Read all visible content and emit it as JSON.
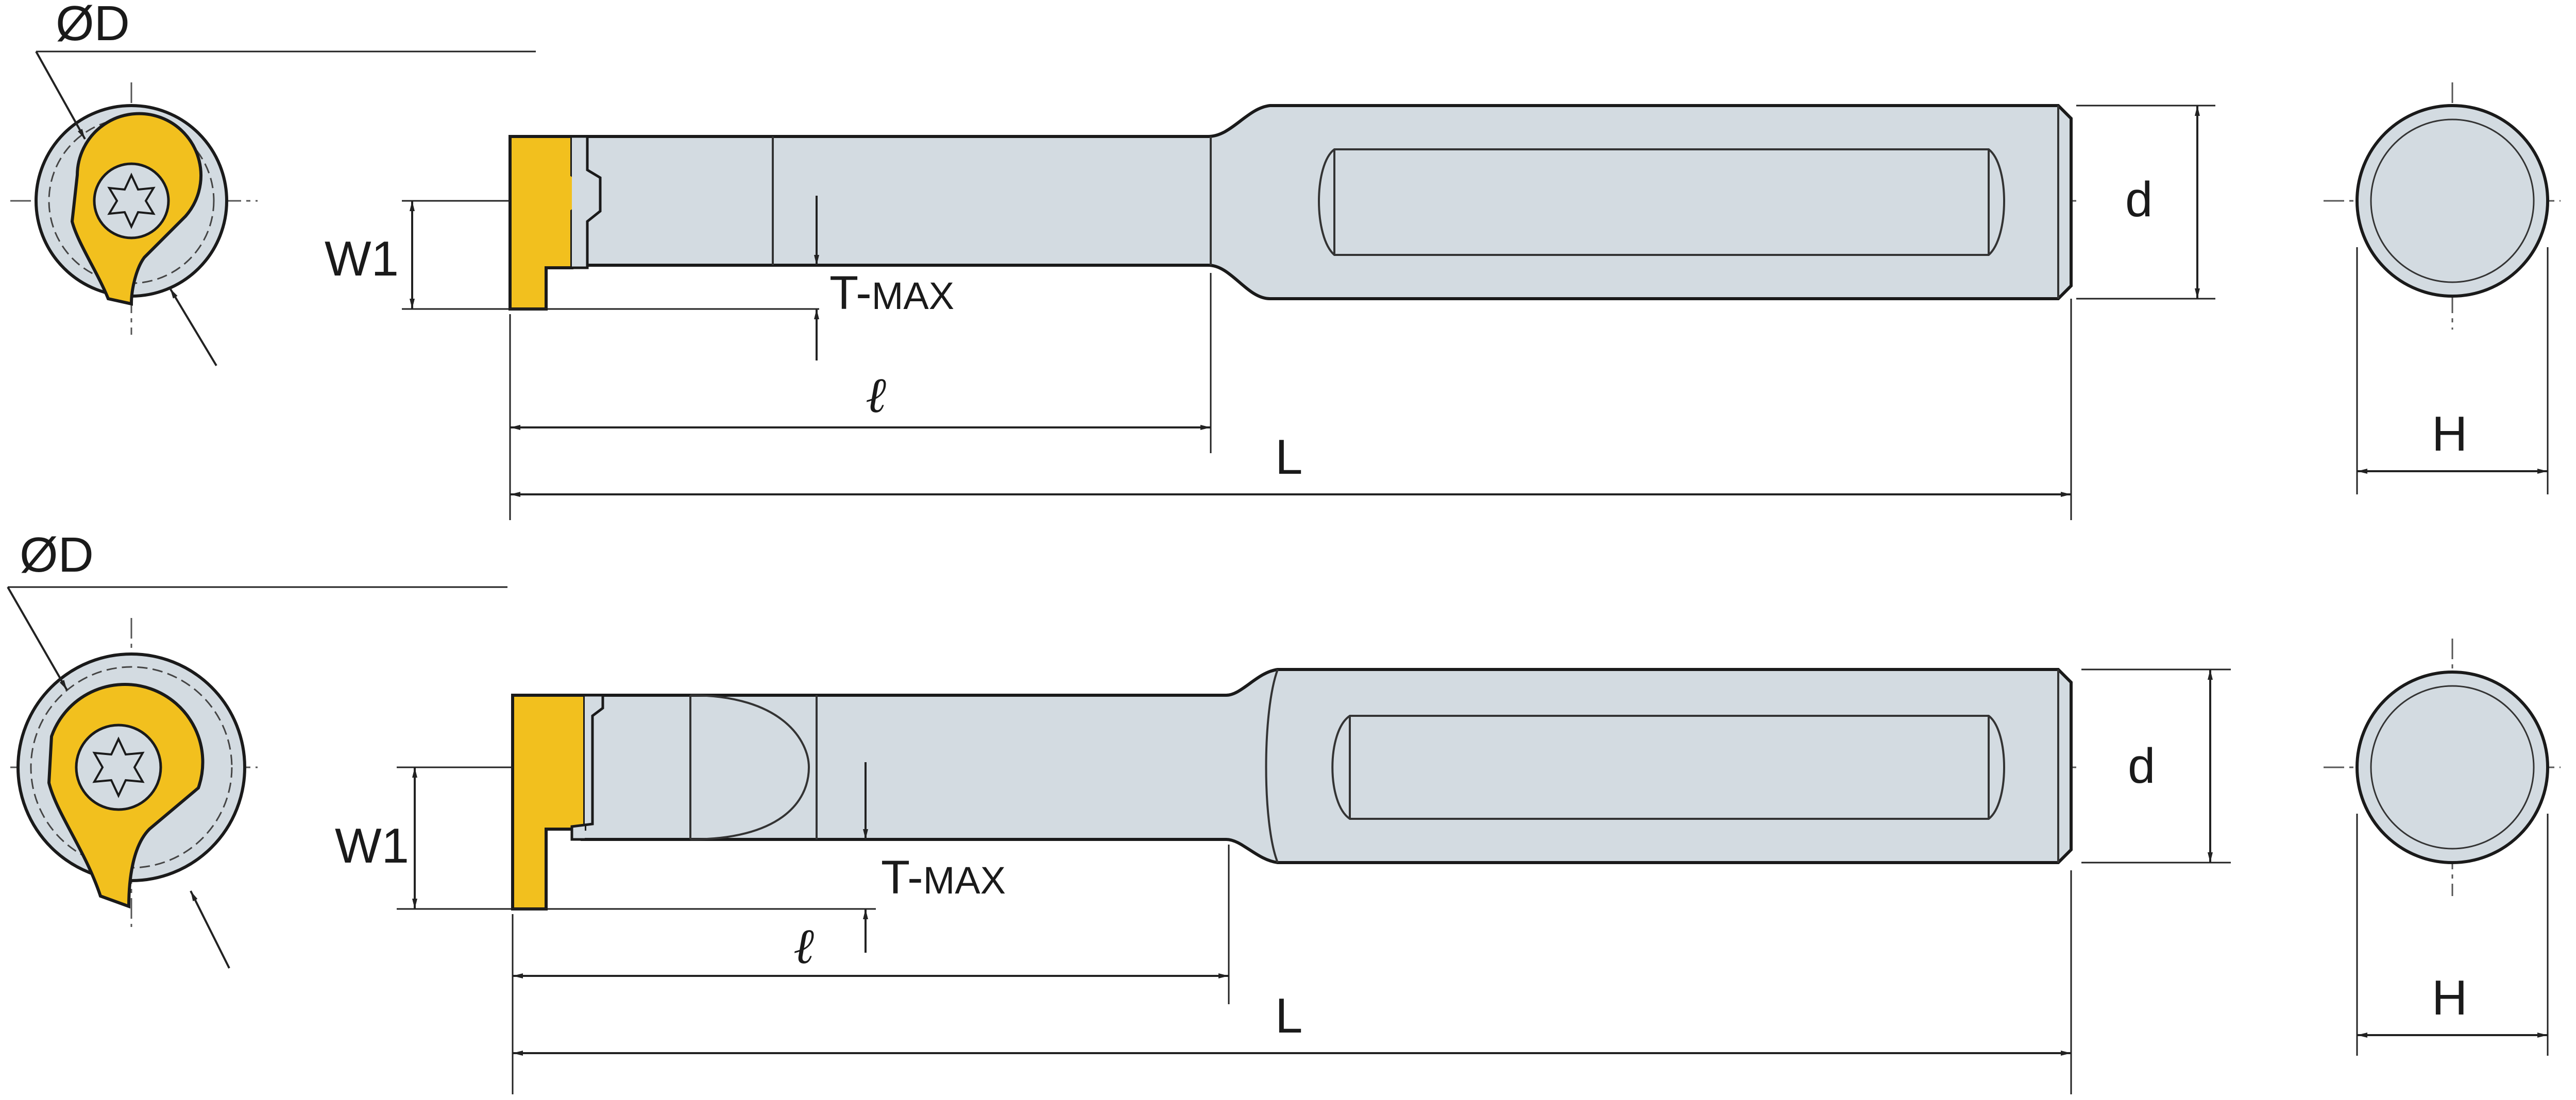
{
  "diagram": {
    "top_view": {
      "diameter_label": "ØD",
      "width_label": "W1",
      "tmax_label_prefix": "T-",
      "tmax_label_suffix": "MAX",
      "reach_label": "ℓ",
      "length_label": "L",
      "shank_label": "d",
      "height_label": "H"
    },
    "bottom_view": {
      "diameter_label": "ØD",
      "width_label": "W1",
      "tmax_label_prefix": "T-",
      "tmax_label_suffix": "MAX",
      "reach_label": "ℓ",
      "length_label": "L",
      "shank_label": "d",
      "height_label": "H"
    },
    "colors": {
      "steel": "#d3dbe1",
      "insert": "#f2c01e",
      "outline": "#1a1a1a",
      "dim_line": "#222222"
    }
  }
}
